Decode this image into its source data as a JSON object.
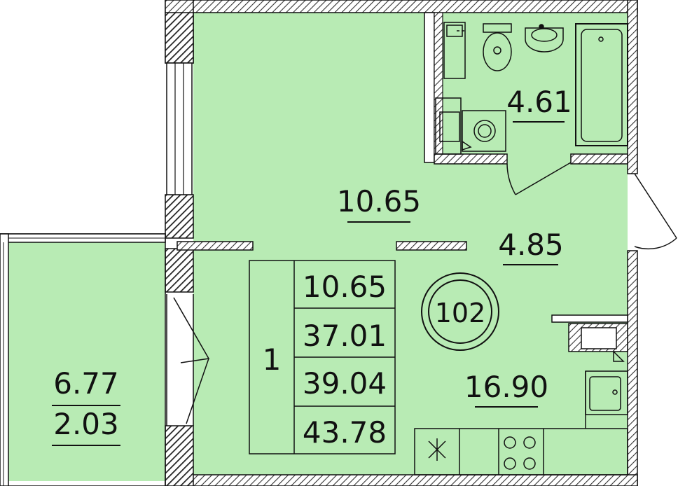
{
  "plan": {
    "apartment_number": "102",
    "rooms_count": "1",
    "areas_table": [
      "10.65",
      "37.01",
      "39.04",
      "43.78"
    ],
    "room_labels": {
      "living_room": "10.65",
      "bathroom": "4.61",
      "hallway": "4.85",
      "kitchen": "16.90",
      "balcony_top": "6.77",
      "balcony_bottom": "2.03"
    },
    "colors": {
      "floor": "#b8ebb4",
      "wall_hatch": "#333333",
      "line": "#111111"
    }
  }
}
